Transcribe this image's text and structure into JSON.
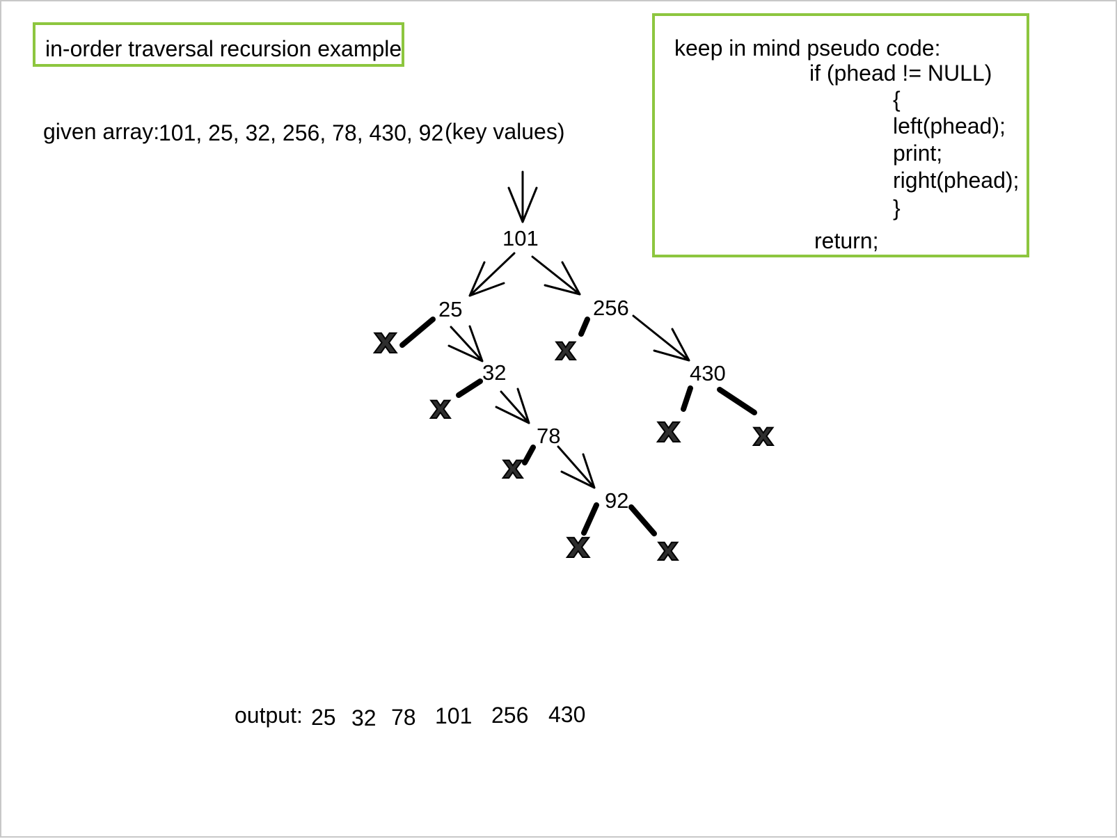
{
  "title": "in-order traversal recursion example",
  "given": {
    "label": "given array:",
    "values": "101, 25, 32, 256, 78, 430, 92",
    "note": "(key values)"
  },
  "pseudo_code": {
    "heading": "keep in mind pseudo code:",
    "lines": [
      "if (phead != NULL)",
      "{",
      "left(phead);",
      "print;",
      "right(phead);",
      "}",
      "return;"
    ]
  },
  "tree": {
    "nodes": {
      "n101": "101",
      "n25": "25",
      "n256": "256",
      "n32": "32",
      "n430": "430",
      "n78": "78",
      "n92": "92"
    },
    "null_marker": "x",
    "edges": [
      {
        "from": "n101",
        "to": "n25"
      },
      {
        "from": "n101",
        "to": "n256"
      },
      {
        "from": "n25",
        "to": "n32"
      },
      {
        "from": "n256",
        "to": "n430"
      },
      {
        "from": "n32",
        "to": "n78"
      },
      {
        "from": "n78",
        "to": "n92"
      }
    ],
    "null_children": [
      {
        "parent": "n25",
        "side": "left"
      },
      {
        "parent": "n256",
        "side": "left"
      },
      {
        "parent": "n32",
        "side": "left"
      },
      {
        "parent": "n430",
        "side": "left"
      },
      {
        "parent": "n430",
        "side": "right"
      },
      {
        "parent": "n78",
        "side": "left"
      },
      {
        "parent": "n92",
        "side": "left"
      },
      {
        "parent": "n92",
        "side": "right"
      }
    ]
  },
  "output": {
    "label": "output:",
    "values": [
      "25",
      "32",
      "78",
      "101",
      "256",
      "430"
    ]
  },
  "colors": {
    "box_border": "#8dc63f",
    "x_fill": "#2e2e2e",
    "stroke": "#000000"
  }
}
